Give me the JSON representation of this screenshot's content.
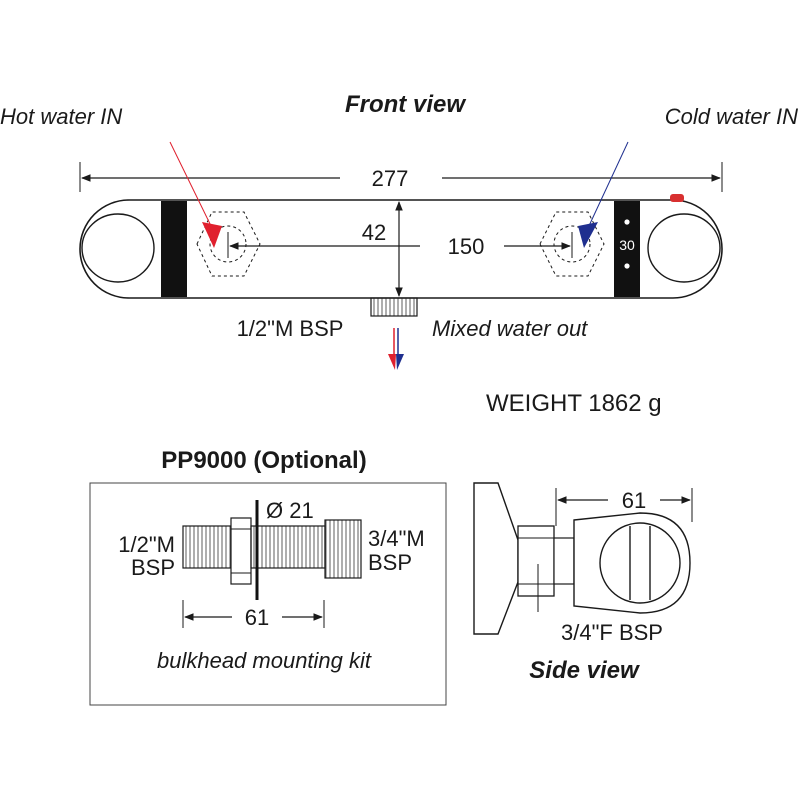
{
  "front": {
    "title": "Front view",
    "hot_label": "Hot water IN",
    "cold_label": "Cold water IN",
    "overall_width": "277",
    "height_dim": "42",
    "centers_dim": "150",
    "dial_number": "30",
    "outlet_thread": "1/2\"M BSP",
    "mixed_out": "Mixed water out",
    "weight": "WEIGHT 1862 g"
  },
  "kit": {
    "title": "PP9000 (Optional)",
    "diameter": "Ø 21",
    "left_thread_1": "1/2\"M",
    "left_thread_2": "BSP",
    "right_thread_1": "3/4\"M",
    "right_thread_2": "BSP",
    "length_dim": "61",
    "caption": "bulkhead mounting kit"
  },
  "side": {
    "title": "Side view",
    "depth_dim": "61",
    "thread": "3/4\"F BSP"
  },
  "colors": {
    "hot": "#e0202e",
    "cold": "#1f2f8f",
    "dark": "#111111",
    "highlight": "#d83030"
  }
}
